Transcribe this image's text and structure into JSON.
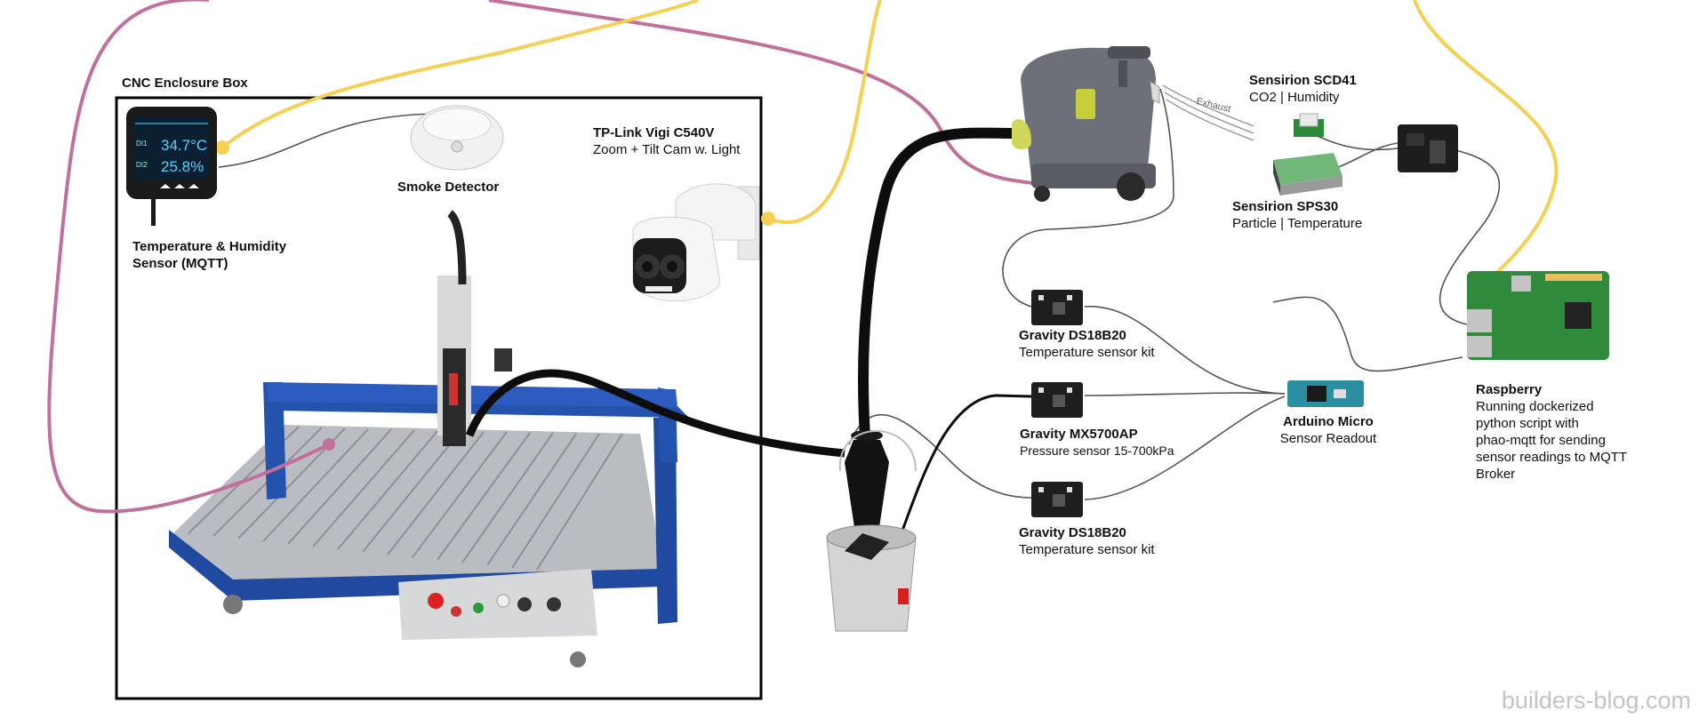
{
  "enclosure": {
    "title": "CNC Enclosure Box"
  },
  "sensor_display": {
    "line1": "34.7°C",
    "line2": "25.8%",
    "ch1": "DI1",
    "ch2": "DI2"
  },
  "components": {
    "temp_humidity": {
      "title": "Temperature & Humidity",
      "subtitle": "Sensor (MQTT)"
    },
    "smoke_detector": {
      "title": "Smoke Detector"
    },
    "camera": {
      "title": "TP-Link Vigi C540V",
      "subtitle": "Zoom + Tilt Cam w. Light"
    },
    "scd41": {
      "title": "Sensirion SCD41",
      "subtitle": "CO2 | Humidity"
    },
    "sps30": {
      "title": "Sensirion SPS30",
      "subtitle": "Particle | Temperature"
    },
    "ds18b20_top": {
      "title": "Gravity DS18B20",
      "subtitle": "Temperature sensor kit"
    },
    "mx5700ap": {
      "title": "Gravity MX5700AP",
      "subtitle": "Pressure sensor 15-700kPa"
    },
    "ds18b20_bottom": {
      "title": "Gravity DS18B20",
      "subtitle": "Temperature sensor kit"
    },
    "arduino": {
      "title": "Arduino Micro",
      "subtitle": "Sensor Readout"
    },
    "raspberry": {
      "title": "Raspberry",
      "lines": [
        "Running dockerized",
        "python script with",
        "phao-mqtt for sending",
        "sensor readings to MQTT",
        "Broker"
      ]
    },
    "exhaust": {
      "label": "Exhaust"
    }
  },
  "watermark": "builders-blog.com",
  "colors": {
    "pink_cable": "#c0709b",
    "yellow_cable": "#f5d055",
    "wire": "#555555",
    "hose": "#0d0d0d",
    "cnc_blue": "#1f4aa0",
    "board_green": "#2f8a3c"
  }
}
